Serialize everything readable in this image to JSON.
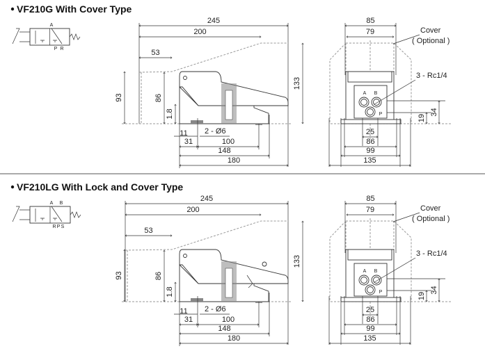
{
  "sections": [
    {
      "title": "VF210G With Cover Type",
      "lock": false,
      "symbol_labels": {
        "top": [
          "A"
        ],
        "bottom": [
          "P",
          "R"
        ]
      },
      "dims": {
        "d245": "245",
        "d200": "200",
        "d53": "53",
        "d93": "93",
        "d86": "86",
        "d18": "1.8",
        "d133": "133",
        "d11": "11",
        "d2o6": "2 - Ø6",
        "d31": "31",
        "d100": "100",
        "d148": "148",
        "d180": "180",
        "d85": "85",
        "d79": "79",
        "d25": "25",
        "d86b": "86",
        "d99": "99",
        "d135": "135",
        "d19": "19",
        "d34": "34"
      },
      "cover": "Cover",
      "optional": "( Optional )",
      "ports": "3 - Rc1/4",
      "port_labels": [
        "A",
        "B",
        "P"
      ]
    },
    {
      "title": "VF210LG With Lock and Cover Type",
      "lock": true,
      "symbol_labels": {
        "top": [
          "A",
          "B"
        ],
        "bottom": [
          "R",
          "P",
          "S"
        ]
      },
      "dims": {
        "d245": "245",
        "d200": "200",
        "d53": "53",
        "d93": "93",
        "d86": "86",
        "d18": "1.8",
        "d133": "133",
        "d11": "11",
        "d2o6": "2 - Ø6",
        "d31": "31",
        "d100": "100",
        "d148": "148",
        "d180": "180",
        "d85": "85",
        "d79": "79",
        "d25": "25",
        "d86b": "86",
        "d99": "99",
        "d135": "135",
        "d19": "19",
        "d34": "34"
      },
      "cover": "Cover",
      "optional": "( Optional )",
      "ports": "3 - Rc1/4",
      "port_labels": [
        "A",
        "B",
        "P"
      ]
    }
  ]
}
